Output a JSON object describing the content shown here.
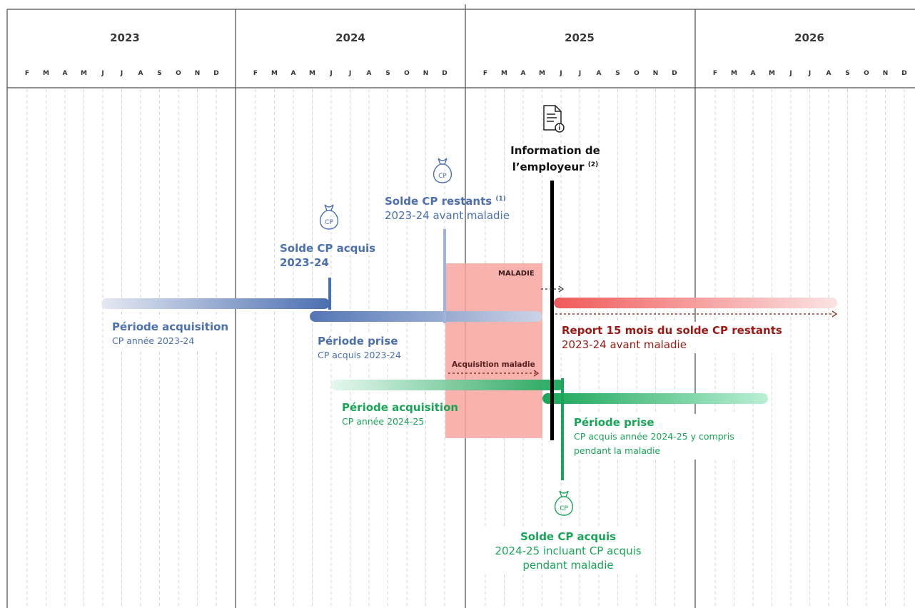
{
  "timeline": {
    "years": [
      "2023",
      "2024",
      "2025",
      "2026"
    ],
    "months": [
      "F",
      "M",
      "A",
      "M",
      "J",
      "J",
      "A",
      "S",
      "O",
      "N",
      "D"
    ]
  },
  "labels": {
    "maladie": "MALADIE",
    "acquisition_maladie": "Acquisition maladie",
    "info_line1": "Information de",
    "info_line2": "l’employeur",
    "info_sup": "(2)",
    "solde_acquis_2324_title": "Solde CP acquis",
    "solde_acquis_2324_sub": "2023-24",
    "solde_restants_title": "Solde CP restants",
    "solde_restants_sup": "(1)",
    "solde_restants_sub": "2023-24 avant maladie",
    "periode_acq_2324_title": "Période acquisition",
    "periode_acq_2324_sub": "CP année 2023-24",
    "periode_prise_2324_title": "Période prise",
    "periode_prise_2324_sub": "CP acquis 2023-24",
    "report_title": "Report 15 mois du solde CP restants",
    "report_sub": "2023-24 avant maladie",
    "periode_acq_2425_title": "Période acquisition",
    "periode_acq_2425_sub": "CP année 2024-25",
    "periode_prise_2425_title": "Période prise",
    "periode_prise_2425_sub1": "CP acquis année 2024-25 y compris",
    "periode_prise_2425_sub2": "pendant la maladie",
    "solde_acquis_2425_title": "Solde CP acquis",
    "solde_acquis_2425_sub1": "2024-25 incluant CP acquis",
    "solde_acquis_2425_sub2": "pendant maladie",
    "cp_icon_text": "CP"
  },
  "colors": {
    "blue": "#4b6fb1",
    "green": "#19a557",
    "red": "#9b1a14",
    "maladie_fill": "#f7a6a0"
  }
}
